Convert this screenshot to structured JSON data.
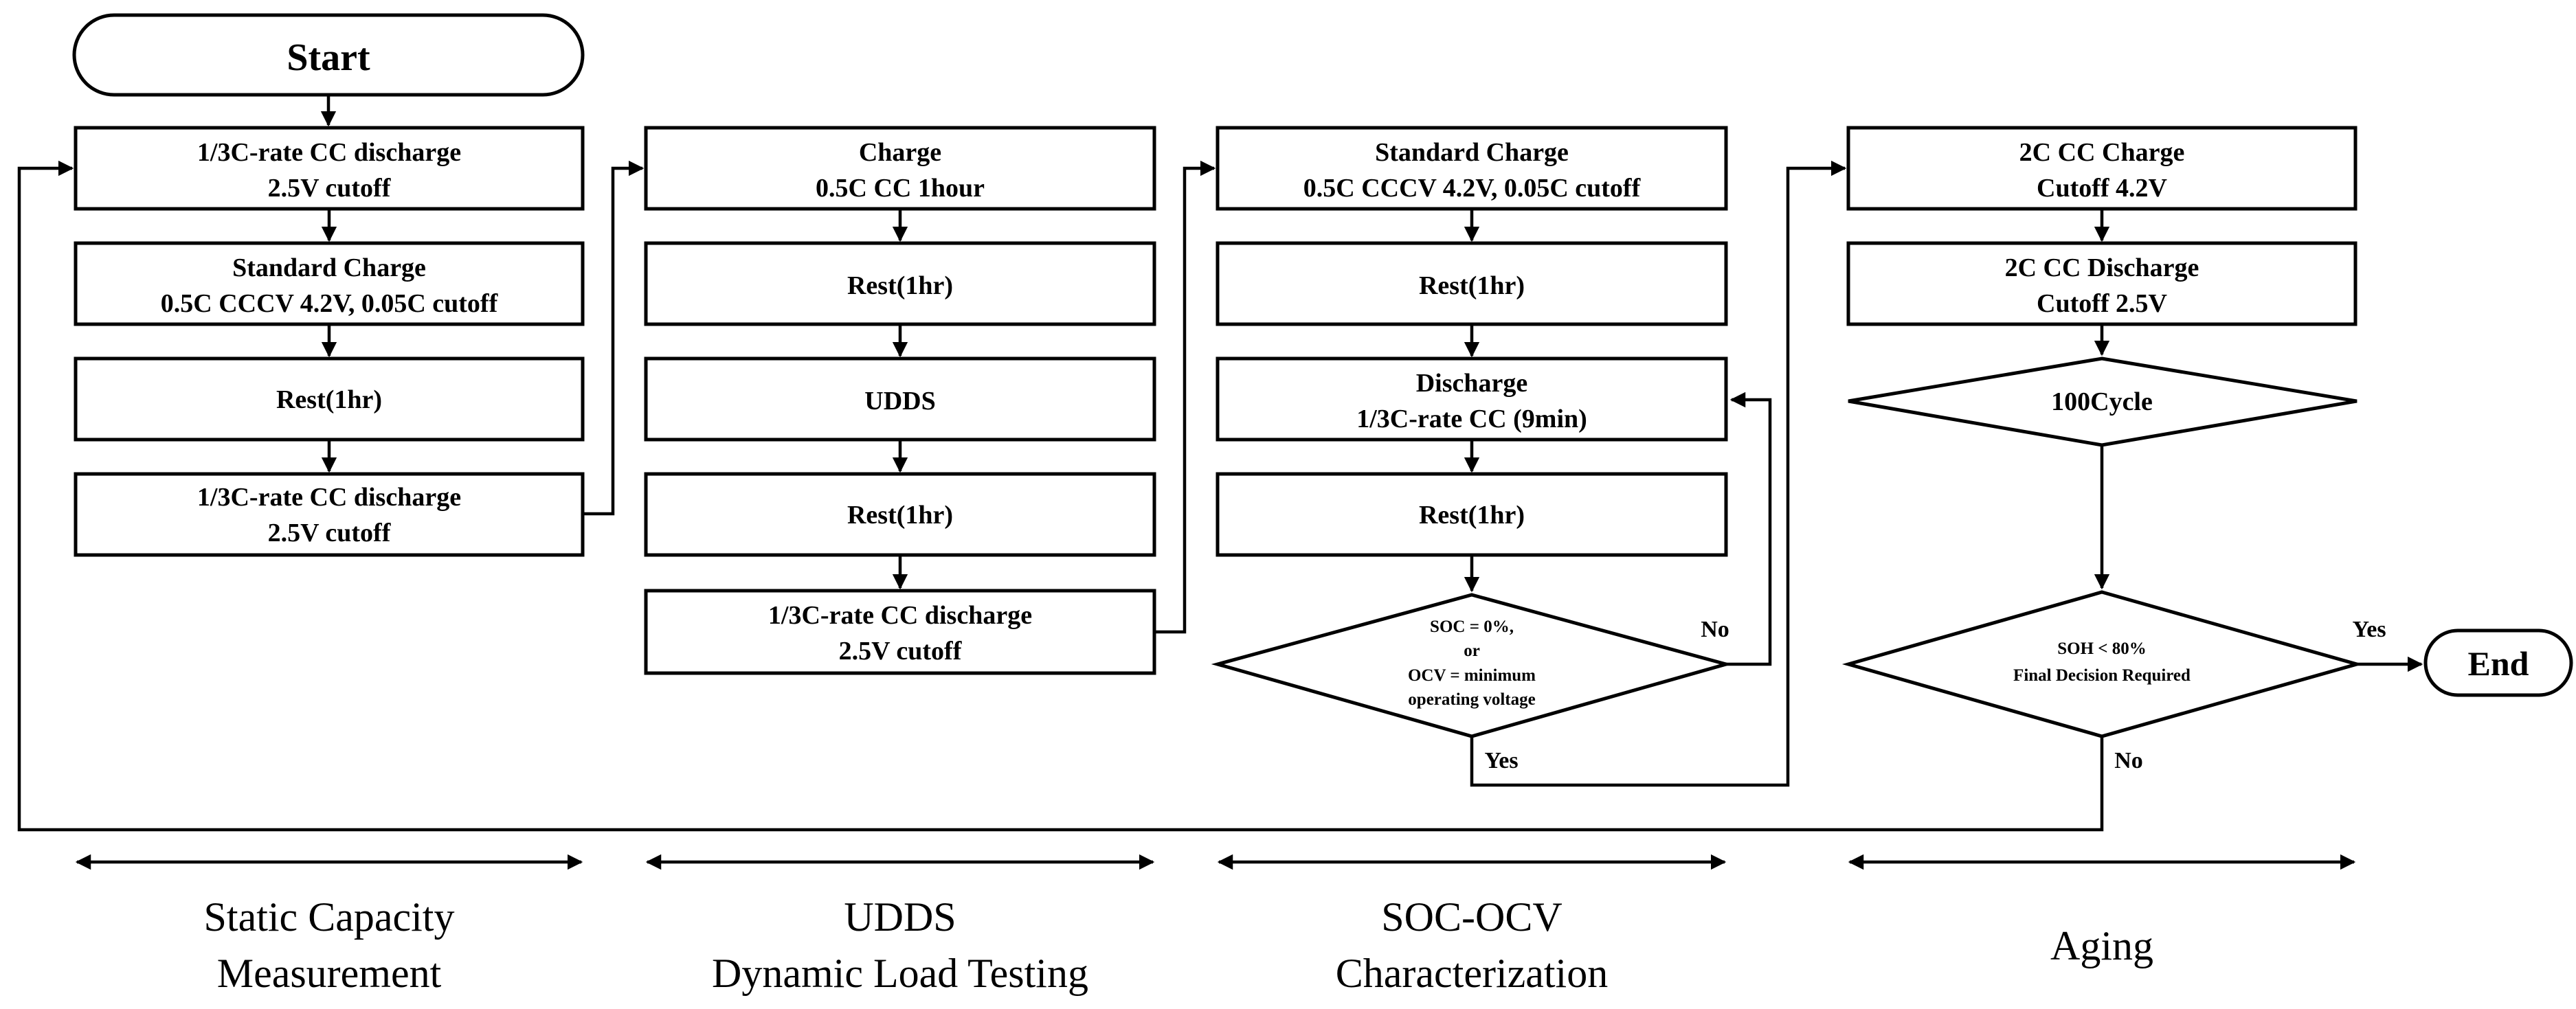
{
  "start": "Start",
  "end": "End",
  "static": {
    "box1": [
      "1/3C-rate CC discharge",
      "2.5V cutoff"
    ],
    "box2": [
      "Standard Charge",
      "0.5C CCCV  4.2V, 0.05C cutoff"
    ],
    "box3": [
      "Rest(1hr)"
    ],
    "box4": [
      "1/3C-rate CC discharge",
      "2.5V cutoff"
    ]
  },
  "udds": {
    "box1": [
      "Charge",
      "0.5C CC  1hour"
    ],
    "box2": [
      "Rest(1hr)"
    ],
    "box3": [
      "UDDS"
    ],
    "box4": [
      "Rest(1hr)"
    ],
    "box5": [
      "1/3C-rate CC discharge",
      "2.5V cutoff"
    ]
  },
  "sococv": {
    "box1": [
      "Standard Charge",
      "0.5C CCCV  4.2V, 0.05C cutoff"
    ],
    "box2": [
      "Rest(1hr)"
    ],
    "box3": [
      "Discharge",
      "1/3C-rate CC (9min)"
    ],
    "box4": [
      "Rest(1hr)"
    ],
    "decision": [
      "SOC = 0%,",
      "or",
      "OCV = minimum",
      "operating voltage"
    ],
    "no_label": "No",
    "yes_label": "Yes"
  },
  "aging": {
    "box1": [
      "2C CC Charge",
      "Cutoff 4.2V"
    ],
    "box2": [
      "2C CC Discharge",
      "Cutoff 2.5V"
    ],
    "cycle": "100Cycle",
    "decision": [
      "SOH < 80%",
      "Final Decision Required"
    ],
    "yes_label": "Yes",
    "no_label": "No"
  },
  "phases": {
    "static": [
      "Static Capacity",
      "Measurement"
    ],
    "udds": [
      "UDDS",
      "Dynamic Load Testing"
    ],
    "sococv": [
      "SOC-OCV",
      "Characterization"
    ],
    "aging": [
      "Aging"
    ]
  }
}
